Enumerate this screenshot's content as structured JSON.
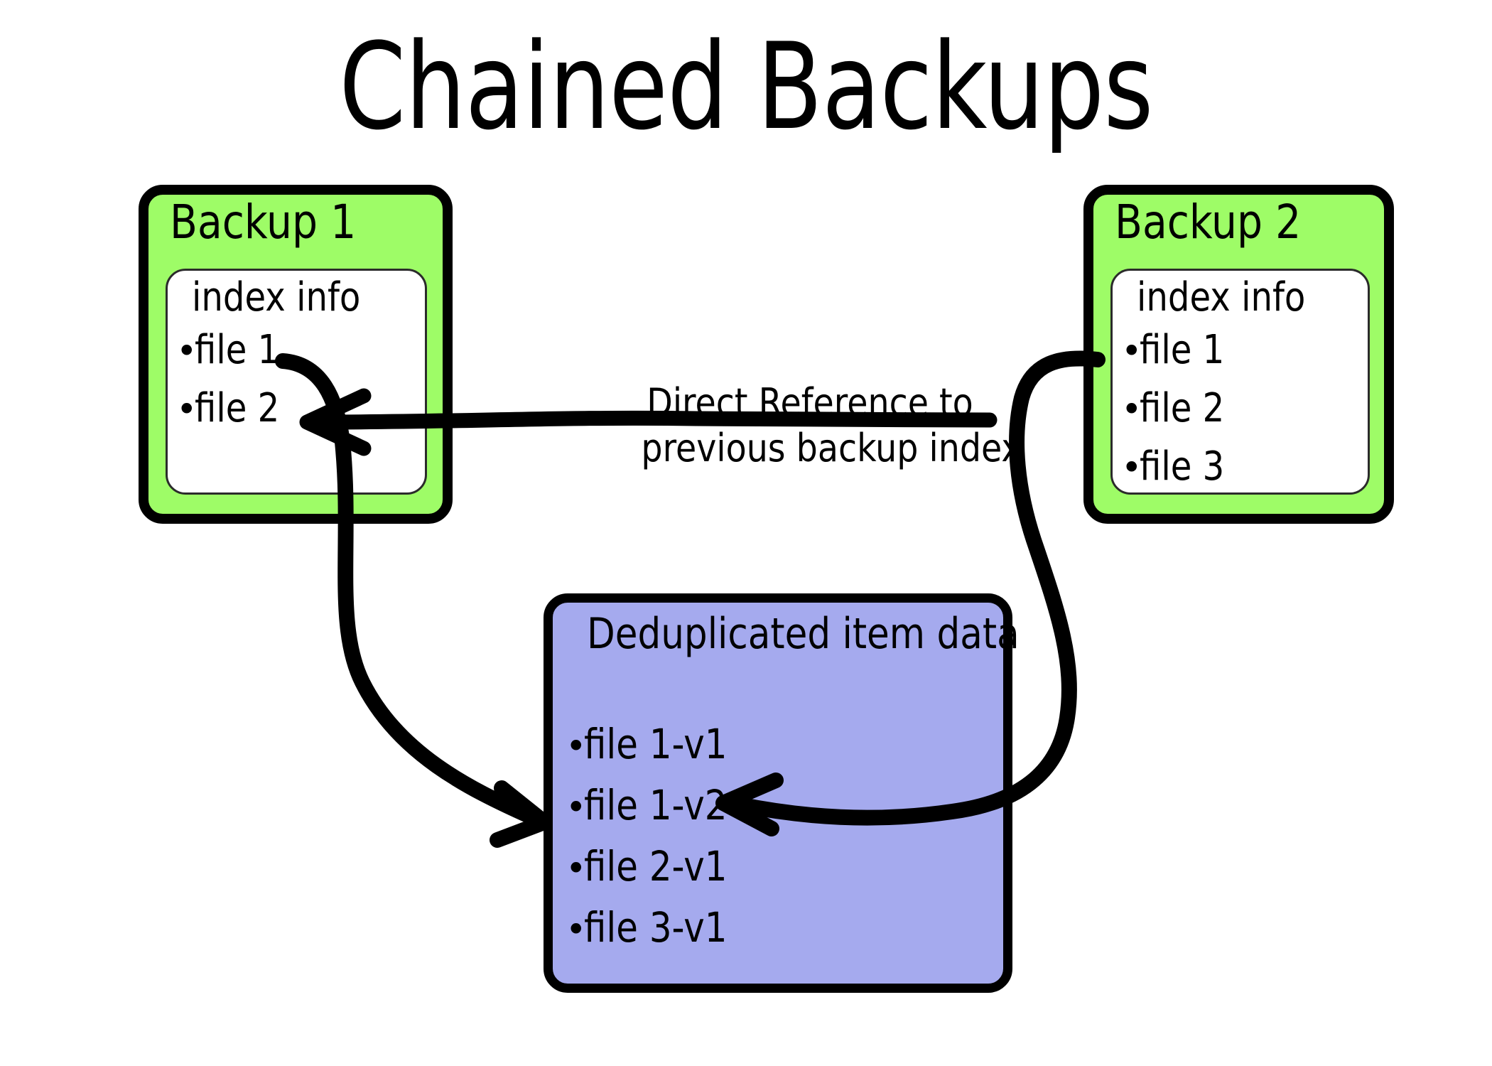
{
  "title": "Chained Backups",
  "colors": {
    "backup_fill": "#9EFC67",
    "dedup_fill": "#A5AAEE",
    "stroke": "#000000",
    "panel_fill": "#FFFFFF",
    "background": "#FFFFFF"
  },
  "backup1": {
    "title": "Backup 1",
    "index_heading": "index info",
    "files": [
      "file 1",
      "file 2"
    ]
  },
  "backup2": {
    "title": "Backup 2",
    "index_heading": "index info",
    "files": [
      "file 1",
      "file 2",
      "file 3"
    ]
  },
  "dedup": {
    "title": "Deduplicated item data",
    "items": [
      "file 1-v1",
      "file 1-v2",
      "file 2-v1",
      "file 3-v1"
    ]
  },
  "annotation": {
    "line1": "Direct Reference to",
    "line2": "previous backup index"
  },
  "bullet": "•",
  "connectors": [
    {
      "name": "backup2-index-to-backup1-index",
      "from": "Backup 2 index info",
      "to": "Backup 1 file 2",
      "label": "Direct Reference to previous backup index"
    },
    {
      "name": "backup1-file1-to-dedup-file1v1",
      "from": "Backup 1 file 1",
      "to": "Deduplicated item data file 1-v1"
    },
    {
      "name": "backup2-file1-to-dedup-file1v2",
      "from": "Backup 2 file 1",
      "to": "Deduplicated item data file 1-v2"
    }
  ]
}
